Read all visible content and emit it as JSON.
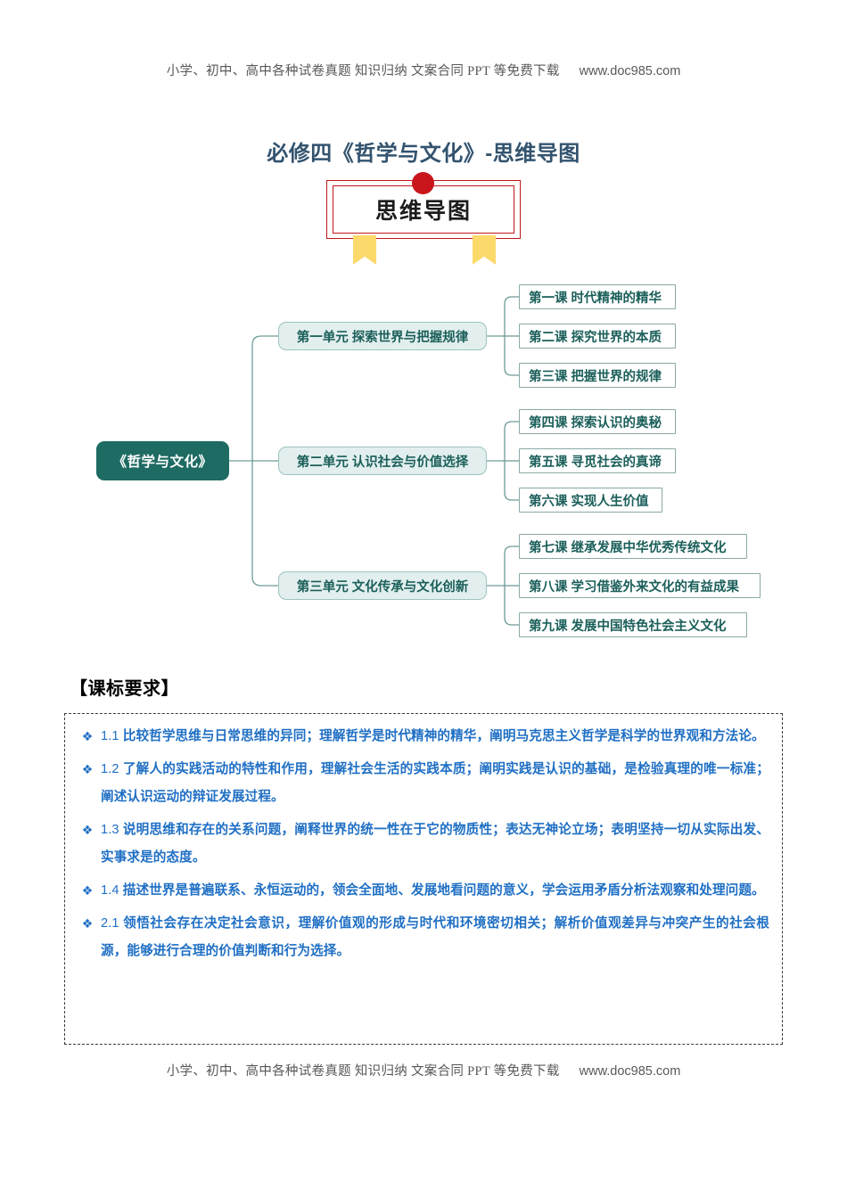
{
  "watermark": {
    "text": "小学、初中、高中各种试卷真题 知识归纳 文案合同 PPT 等免费下载",
    "url": "www.doc985.com"
  },
  "page_title": "必修四《哲学与文化》-思维导图",
  "banner": {
    "text": "思维导图",
    "border_color": "#c0171c",
    "dot_color": "#c9151b",
    "ribbon_color": "#fbd96b"
  },
  "mindmap": {
    "root": "《哲学与文化》",
    "root_color": "#1d6b63",
    "unit_color": "#e2efee",
    "line_color": "#6d9c98",
    "units": [
      {
        "label": "第一单元 探索世界与把握规律",
        "lessons": [
          "第一课 时代精神的精华",
          "第二课 探究世界的本质",
          "第三课 把握世界的规律"
        ]
      },
      {
        "label": "第二单元 认识社会与价值选择",
        "lessons": [
          "第四课 探索认识的奥秘",
          "第五课 寻觅社会的真谛",
          "第六课 实现人生价值"
        ]
      },
      {
        "label": "第三单元 文化传承与文化创新",
        "lessons": [
          "第七课 继承发展中华优秀传统文化",
          "第八课 学习借鉴外来文化的有益成果",
          "第九课 发展中国特色社会主义文化"
        ]
      }
    ]
  },
  "requirements": {
    "heading": "【课标要求】",
    "bullet": "❖",
    "text_color": "#1f6fc4",
    "items": [
      {
        "num": "1.1",
        "text": "比较哲学思维与日常思维的异同；理解哲学是时代精神的精华，阐明马克思主义哲学是科学的世界观和方法论。"
      },
      {
        "num": "1.2",
        "text": "了解人的实践活动的特性和作用，理解社会生活的实践本质；阐明实践是认识的基础，是检验真理的唯一标准；阐述认识运动的辩证发展过程。"
      },
      {
        "num": "1.3",
        "text": "说明思维和存在的关系问题，阐释世界的统一性在于它的物质性；表达无神论立场；表明坚持一切从实际出发、实事求是的态度。"
      },
      {
        "num": "1.4",
        "text": "描述世界是普遍联系、永恒运动的，领会全面地、发展地看问题的意义，学会运用矛盾分析法观察和处理问题。"
      },
      {
        "num": "2.1",
        "text": "领悟社会存在决定社会意识，理解价值观的形成与时代和环境密切相关；解析价值观差异与冲突产生的社会根源，能够进行合理的价值判断和行为选择。"
      }
    ]
  }
}
